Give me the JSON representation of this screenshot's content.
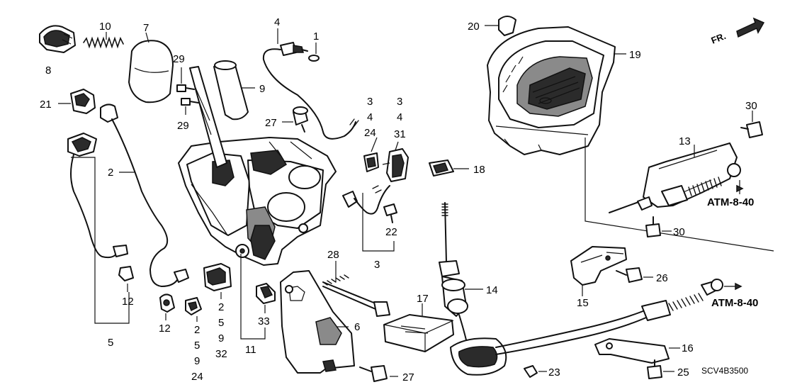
{
  "diagram": {
    "code": "SCV4B3500",
    "front_label": "FR.",
    "ref_labels": [
      "ATM-8-40",
      "ATM-8-40"
    ],
    "labels": [
      {
        "id": "l1",
        "text": "1"
      },
      {
        "id": "l2",
        "text": "2"
      },
      {
        "id": "l3a",
        "text": "3"
      },
      {
        "id": "l3b",
        "text": "4"
      },
      {
        "id": "l3c",
        "text": "24"
      },
      {
        "id": "l3d",
        "text": "3"
      },
      {
        "id": "l3e",
        "text": "4"
      },
      {
        "id": "l3f",
        "text": "31"
      },
      {
        "id": "l3g",
        "text": "3"
      },
      {
        "id": "l4",
        "text": "4"
      },
      {
        "id": "l5",
        "text": "5"
      },
      {
        "id": "l6",
        "text": "6"
      },
      {
        "id": "l7",
        "text": "7"
      },
      {
        "id": "l8",
        "text": "8"
      },
      {
        "id": "l9",
        "text": "9"
      },
      {
        "id": "l10",
        "text": "10"
      },
      {
        "id": "l11",
        "text": "11"
      },
      {
        "id": "l12a",
        "text": "12"
      },
      {
        "id": "l12b",
        "text": "12"
      },
      {
        "id": "l13",
        "text": "13"
      },
      {
        "id": "l14",
        "text": "14"
      },
      {
        "id": "l15",
        "text": "15"
      },
      {
        "id": "l16",
        "text": "16"
      },
      {
        "id": "l17",
        "text": "17"
      },
      {
        "id": "l18",
        "text": "18"
      },
      {
        "id": "l19",
        "text": "19"
      },
      {
        "id": "l20",
        "text": "20"
      },
      {
        "id": "l21",
        "text": "21"
      },
      {
        "id": "l22",
        "text": "22"
      },
      {
        "id": "l23",
        "text": "23"
      },
      {
        "id": "l25",
        "text": "25"
      },
      {
        "id": "l26",
        "text": "26"
      },
      {
        "id": "l27a",
        "text": "27"
      },
      {
        "id": "l27b",
        "text": "27"
      },
      {
        "id": "l28",
        "text": "28"
      },
      {
        "id": "l29a",
        "text": "29"
      },
      {
        "id": "l29b",
        "text": "29"
      },
      {
        "id": "l30a",
        "text": "30"
      },
      {
        "id": "l30b",
        "text": "30"
      },
      {
        "id": "l33",
        "text": "33"
      },
      {
        "id": "s1a",
        "text": "2"
      },
      {
        "id": "s1b",
        "text": "5"
      },
      {
        "id": "s1c",
        "text": "9"
      },
      {
        "id": "s1d",
        "text": "32"
      },
      {
        "id": "s2a",
        "text": "2"
      },
      {
        "id": "s2b",
        "text": "5"
      },
      {
        "id": "s2c",
        "text": "9"
      },
      {
        "id": "s2d",
        "text": "24"
      }
    ]
  }
}
